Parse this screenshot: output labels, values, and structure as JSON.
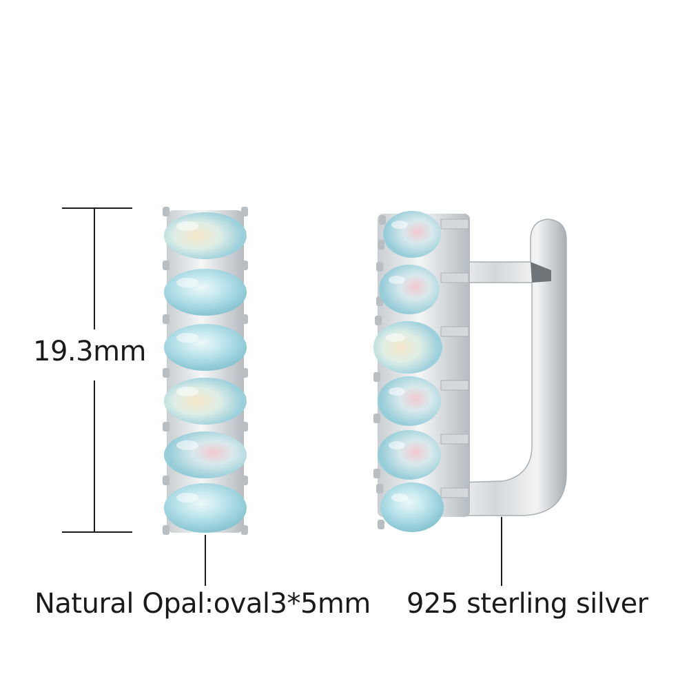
{
  "product": {
    "height_label": "19.3mm",
    "stone_label": "Natural Opal:oval3*5mm",
    "metal_label": "925 sterling silver"
  },
  "colors": {
    "metal": "#d9dde0",
    "metal_dark": "#9aa0a5",
    "opal_base": "#a9d8e6",
    "opal_highlight": "#f5e6c8",
    "text": "#1a1a1a",
    "line": "#1a1a1a"
  }
}
